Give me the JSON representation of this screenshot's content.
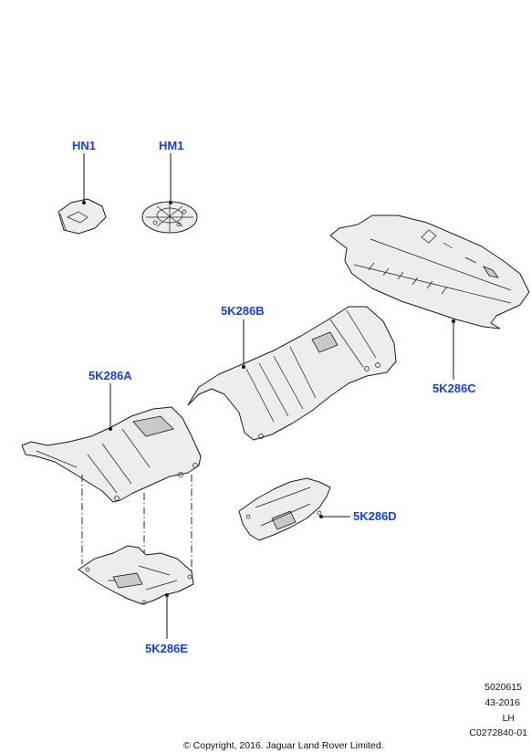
{
  "callouts": {
    "hn1": "HN1",
    "hm1": "HM1",
    "k286a": "5K286A",
    "k286b": "5K286B",
    "k286c": "5K286C",
    "k286d": "5K286D",
    "k286e": "5K286E"
  },
  "info": {
    "code": "5020615",
    "date": "43-2016",
    "side": "LH",
    "illustration_id": "C0272840-01"
  },
  "copyright": "© Copyright, 2016. Jaguar Land Rover Limited.",
  "colors": {
    "callout_text": "#1a3fd6",
    "line": "#1a1a1a",
    "part_fill": "#ededed"
  }
}
